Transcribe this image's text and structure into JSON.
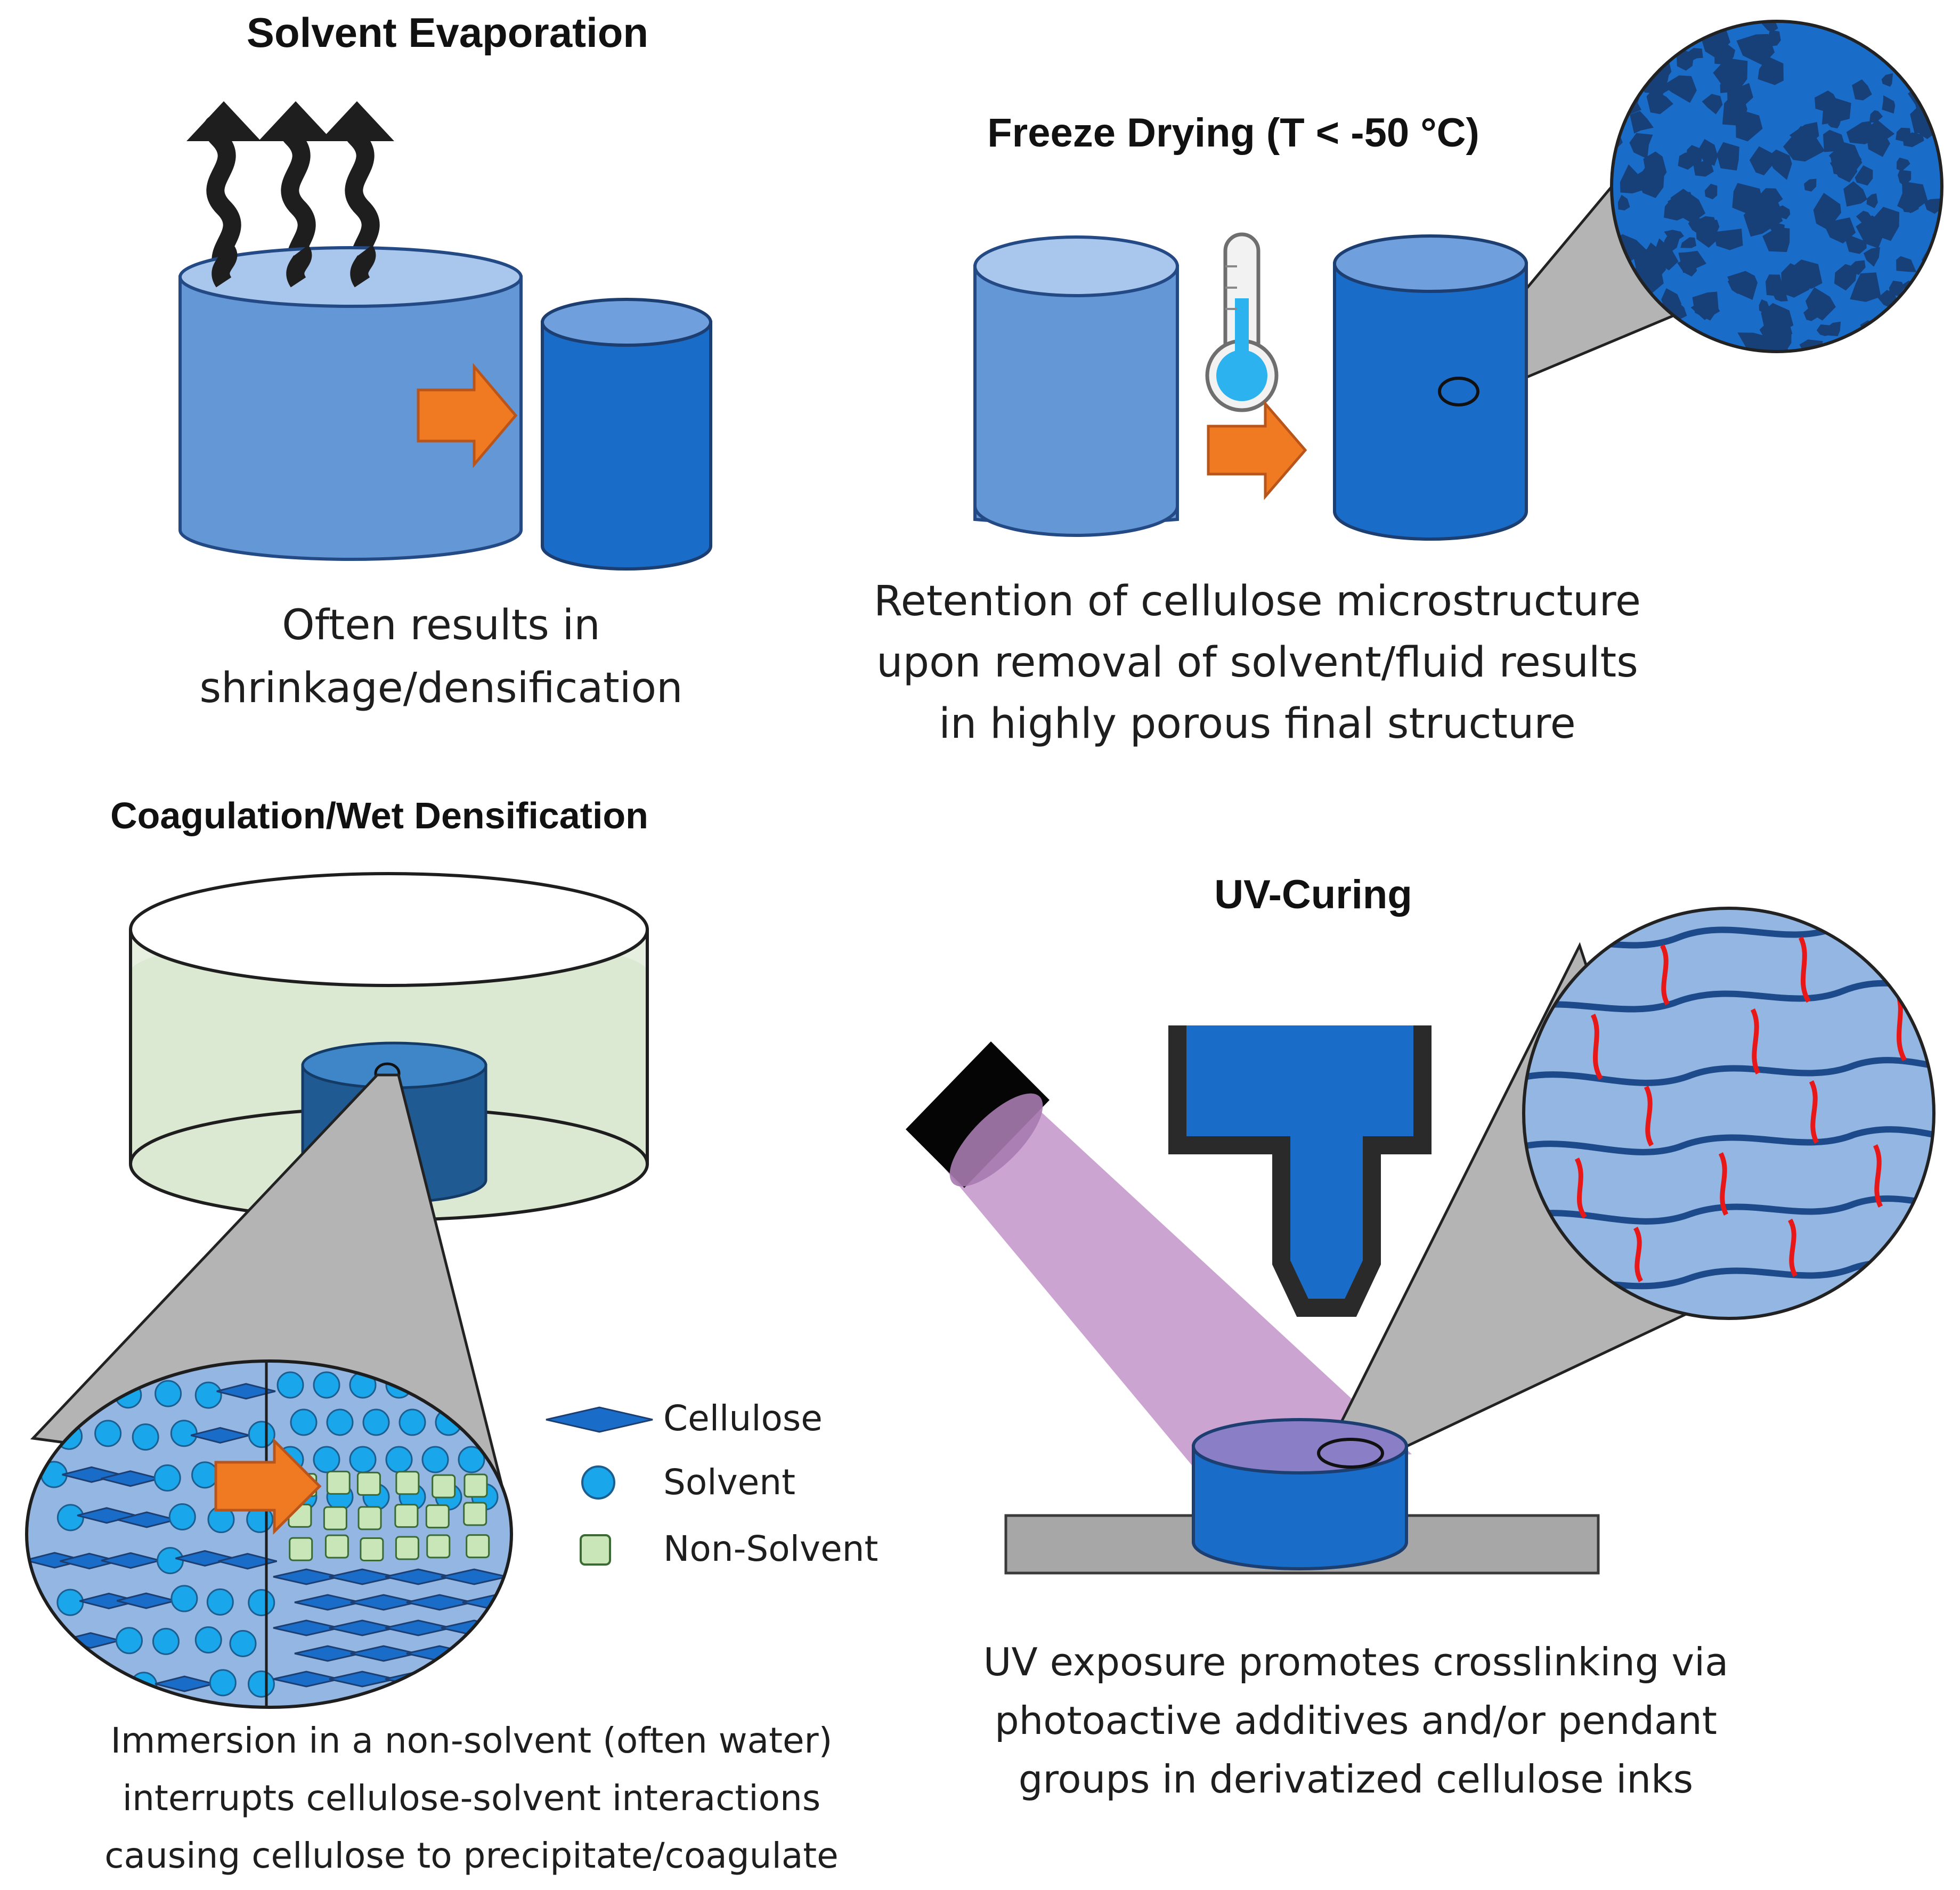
{
  "panels": {
    "solvent_evaporation": {
      "title": "Solvent Evaporation",
      "caption_lines": [
        "Often results in",
        "shrinkage/densification"
      ]
    },
    "freeze_drying": {
      "title": "Freeze Drying (T < -50 °C)",
      "caption_lines": [
        "Retention of cellulose microstructure",
        "upon removal of solvent/fluid results",
        "in highly porous final structure"
      ]
    },
    "coagulation": {
      "title": "Coagulation/Wet Densification",
      "caption_lines": [
        "Immersion in a non-solvent (often water)",
        "interrupts cellulose-solvent interactions",
        "causing cellulose to precipitate/coagulate"
      ],
      "legend": [
        {
          "label": "Cellulose",
          "icon": "diamond-icon",
          "color": "#1a6cc9"
        },
        {
          "label": "Solvent",
          "icon": "circle-icon",
          "color": "#1aa6ea"
        },
        {
          "label": "Non-Solvent",
          "icon": "square-icon",
          "color": "#c8e6b8"
        }
      ]
    },
    "uv_curing": {
      "title": "UV-Curing",
      "caption_lines": [
        "UV exposure promotes crosslinking via",
        "photoactive additives and/or pendant",
        "groups in derivatized cellulose inks"
      ]
    }
  },
  "colors": {
    "light_cylinder": "#6497d6",
    "dark_cylinder": "#1a6cc9",
    "arrow_orange": "#f07a22",
    "uv_beam": "#c99fd0",
    "crosslink_red": "#e81818",
    "zoom_gray": "#b4b4b4"
  }
}
